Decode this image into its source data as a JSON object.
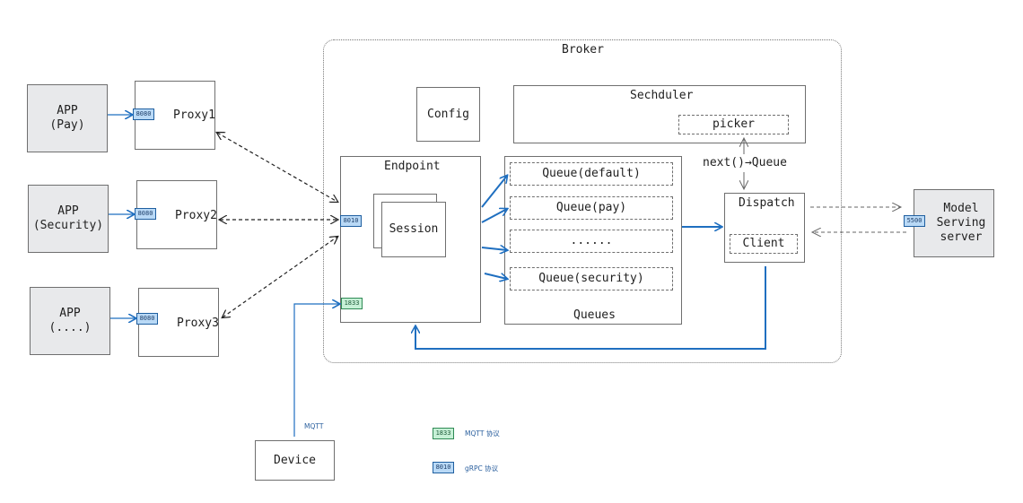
{
  "broker": {
    "label": "Broker"
  },
  "apps": [
    {
      "label": "APP\n(Pay)"
    },
    {
      "label": "APP\n(Security)"
    },
    {
      "label": "APP\n(....)"
    }
  ],
  "proxies": [
    {
      "label": "Proxy1",
      "port": "8080"
    },
    {
      "label": "Proxy2",
      "port": "8080"
    },
    {
      "label": "Proxy3",
      "port": "8080"
    }
  ],
  "config": {
    "label": "Config"
  },
  "scheduler": {
    "label": "Sechduler",
    "picker": "picker",
    "next_label": "next()→Queue"
  },
  "endpoint": {
    "label": "Endpoint",
    "session": "Session",
    "grpc_port": "8010",
    "mqtt_port": "1833"
  },
  "queues": {
    "label": "Queues",
    "items": [
      "Queue(default)",
      "Queue(pay)",
      "......",
      "Queue(security)"
    ]
  },
  "dispatch": {
    "label": "Dispatch",
    "client": "Client"
  },
  "model": {
    "label": "Model\nServing\nserver",
    "port": "5500"
  },
  "device": {
    "label": "Device",
    "protocol": "MQTT"
  },
  "legend": [
    {
      "badge": "1833",
      "text": "MQTT 协议",
      "kind": "mqtt"
    },
    {
      "badge": "8010",
      "text": "gRPC 协议",
      "kind": "grpc"
    }
  ],
  "colors": {
    "blue_line": "#1f6fc0",
    "box_border": "#6f6f6f",
    "gray_fill": "#e8e9eb",
    "grpc_badge": "#b9d9f6",
    "mqtt_badge": "#c6f0d6"
  }
}
